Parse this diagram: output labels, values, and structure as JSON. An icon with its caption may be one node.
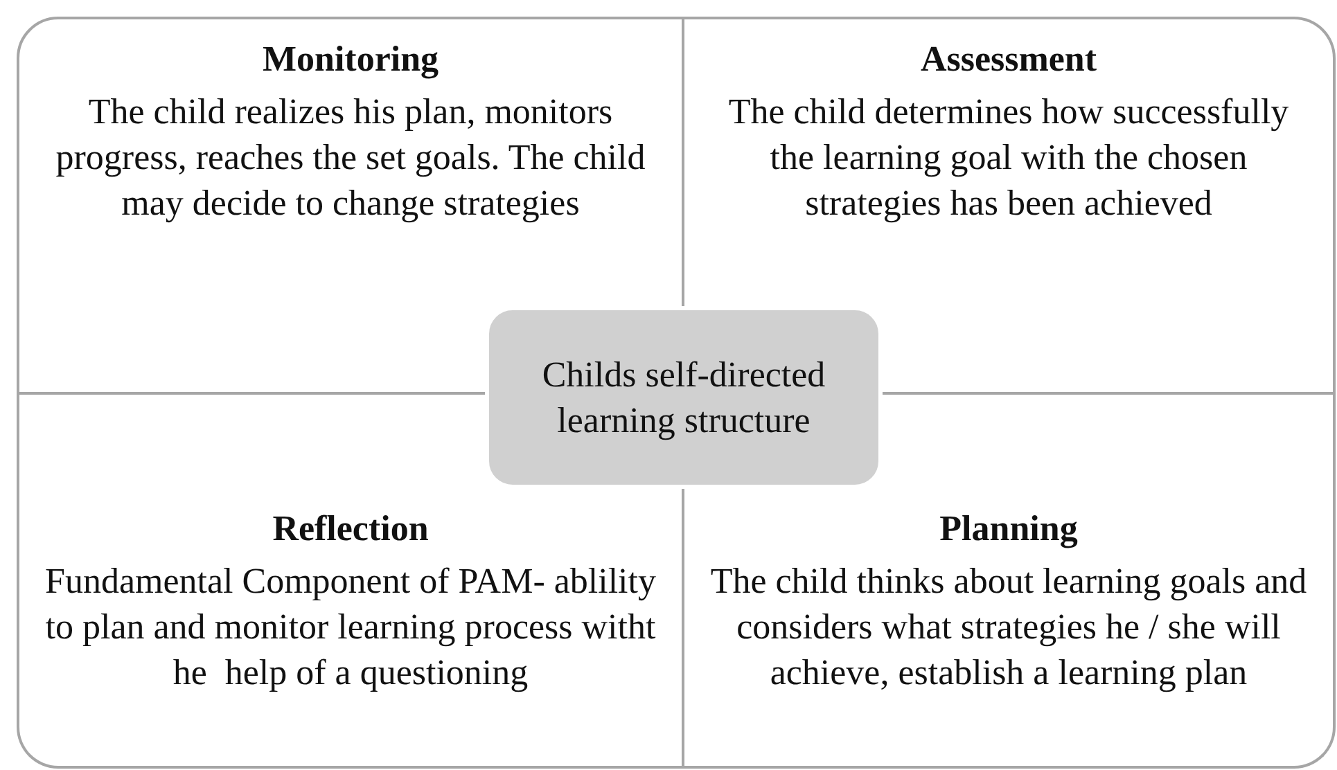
{
  "diagram": {
    "nodes": [
      {
        "text": [
          "Monitoring",
          "The child realizes his plan, monitors progress, reaches the set goals. The child may decide to change strategies"
        ]
      },
      {
        "text": [
          "Assessment",
          "The child determines how successfully the learning goal with the chosen strategies has been achieved"
        ]
      },
      {
        "text": [
          "Childs self-directed learning structure"
        ]
      },
      {
        "text": [
          "Reflection",
          "Fundamental Component of PAM- ablility to plan and monitor learning process witht he  help of a questioning"
        ]
      },
      {
        "text": [
          "Planning",
          "The child thinks about learning goals and considers what strategies he / she will achieve, establish a learning plan"
        ]
      }
    ]
  }
}
